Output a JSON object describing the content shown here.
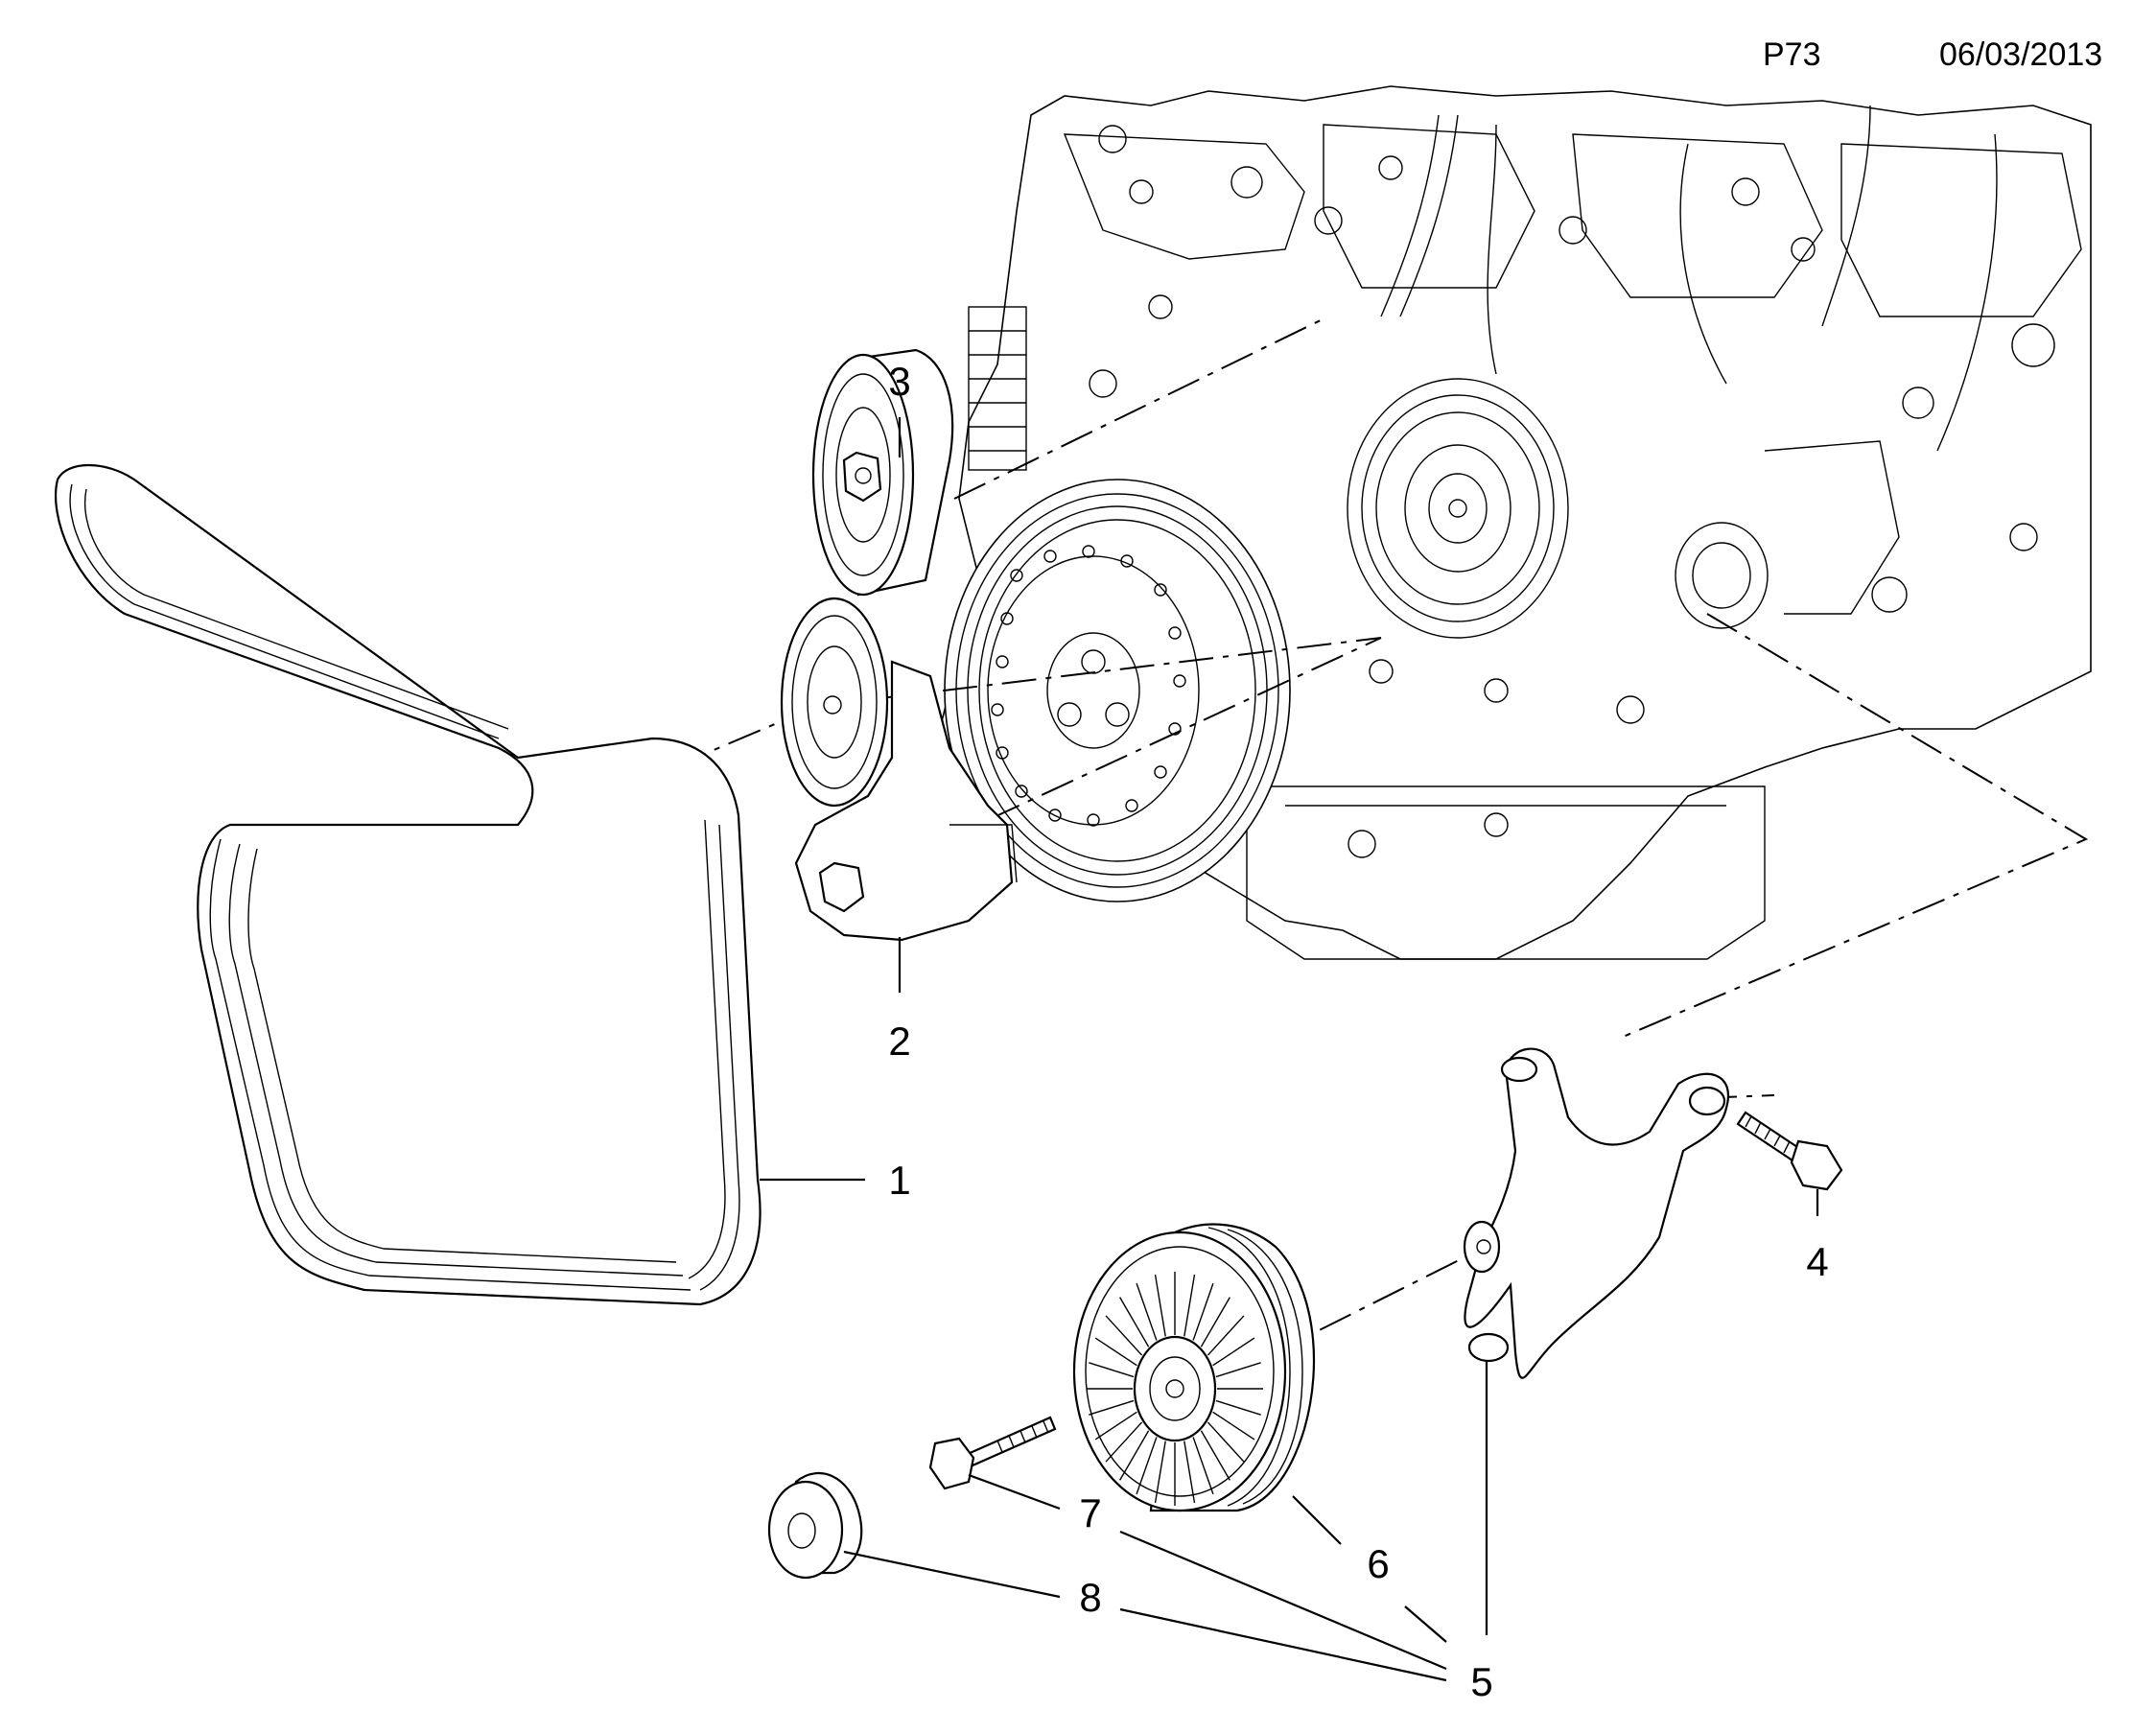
{
  "header": {
    "page_code": "P73",
    "date": "06/03/2013"
  },
  "callouts": [
    {
      "id": "1"
    },
    {
      "id": "2"
    },
    {
      "id": "3"
    },
    {
      "id": "4"
    },
    {
      "id": "5"
    },
    {
      "id": "6"
    },
    {
      "id": "7"
    },
    {
      "id": "8"
    }
  ]
}
